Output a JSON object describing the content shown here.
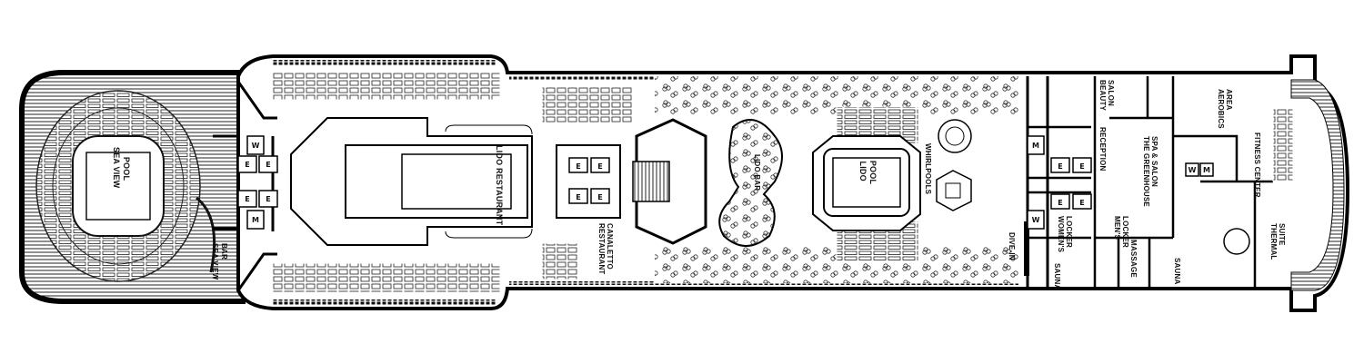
{
  "deck": {
    "labels": {
      "sea_view_pool": [
        "SEA VIEW",
        "POOL"
      ],
      "sea_view_bar": [
        "SEA VIEW",
        "BAR"
      ],
      "lido_restaurant": "LIDO RESTAURANT",
      "canaletto_restaurant": [
        "CANALETTO",
        "RESTAURANT"
      ],
      "lido_bar": "LIDO BAR",
      "lido_pool": [
        "LIDO",
        "POOL"
      ],
      "whirlpools": "WHIRLPOOLS",
      "dive_in": "DIVE-IN",
      "womens_locker": [
        "WOMEN'S",
        "LOCKER"
      ],
      "mens_locker": [
        "MEN'S",
        "LOCKER"
      ],
      "massage": "MASSAGE",
      "sauna": "SAUNA",
      "reception": "RECEPTION",
      "beauty_salon": [
        "BEAUTY",
        "SALON"
      ],
      "greenhouse_spa": [
        "THE GREENHOUSE",
        "SPA & SALON"
      ],
      "aerobics_area": [
        "AEROBICS",
        "AREA"
      ],
      "fitness_center": "FITNESS CENTER",
      "thermal_suite": [
        "THERMAL",
        "SUITE"
      ]
    },
    "symbols": {
      "elevator": "E",
      "womens_restroom": "W",
      "mens_restroom": "M"
    }
  }
}
